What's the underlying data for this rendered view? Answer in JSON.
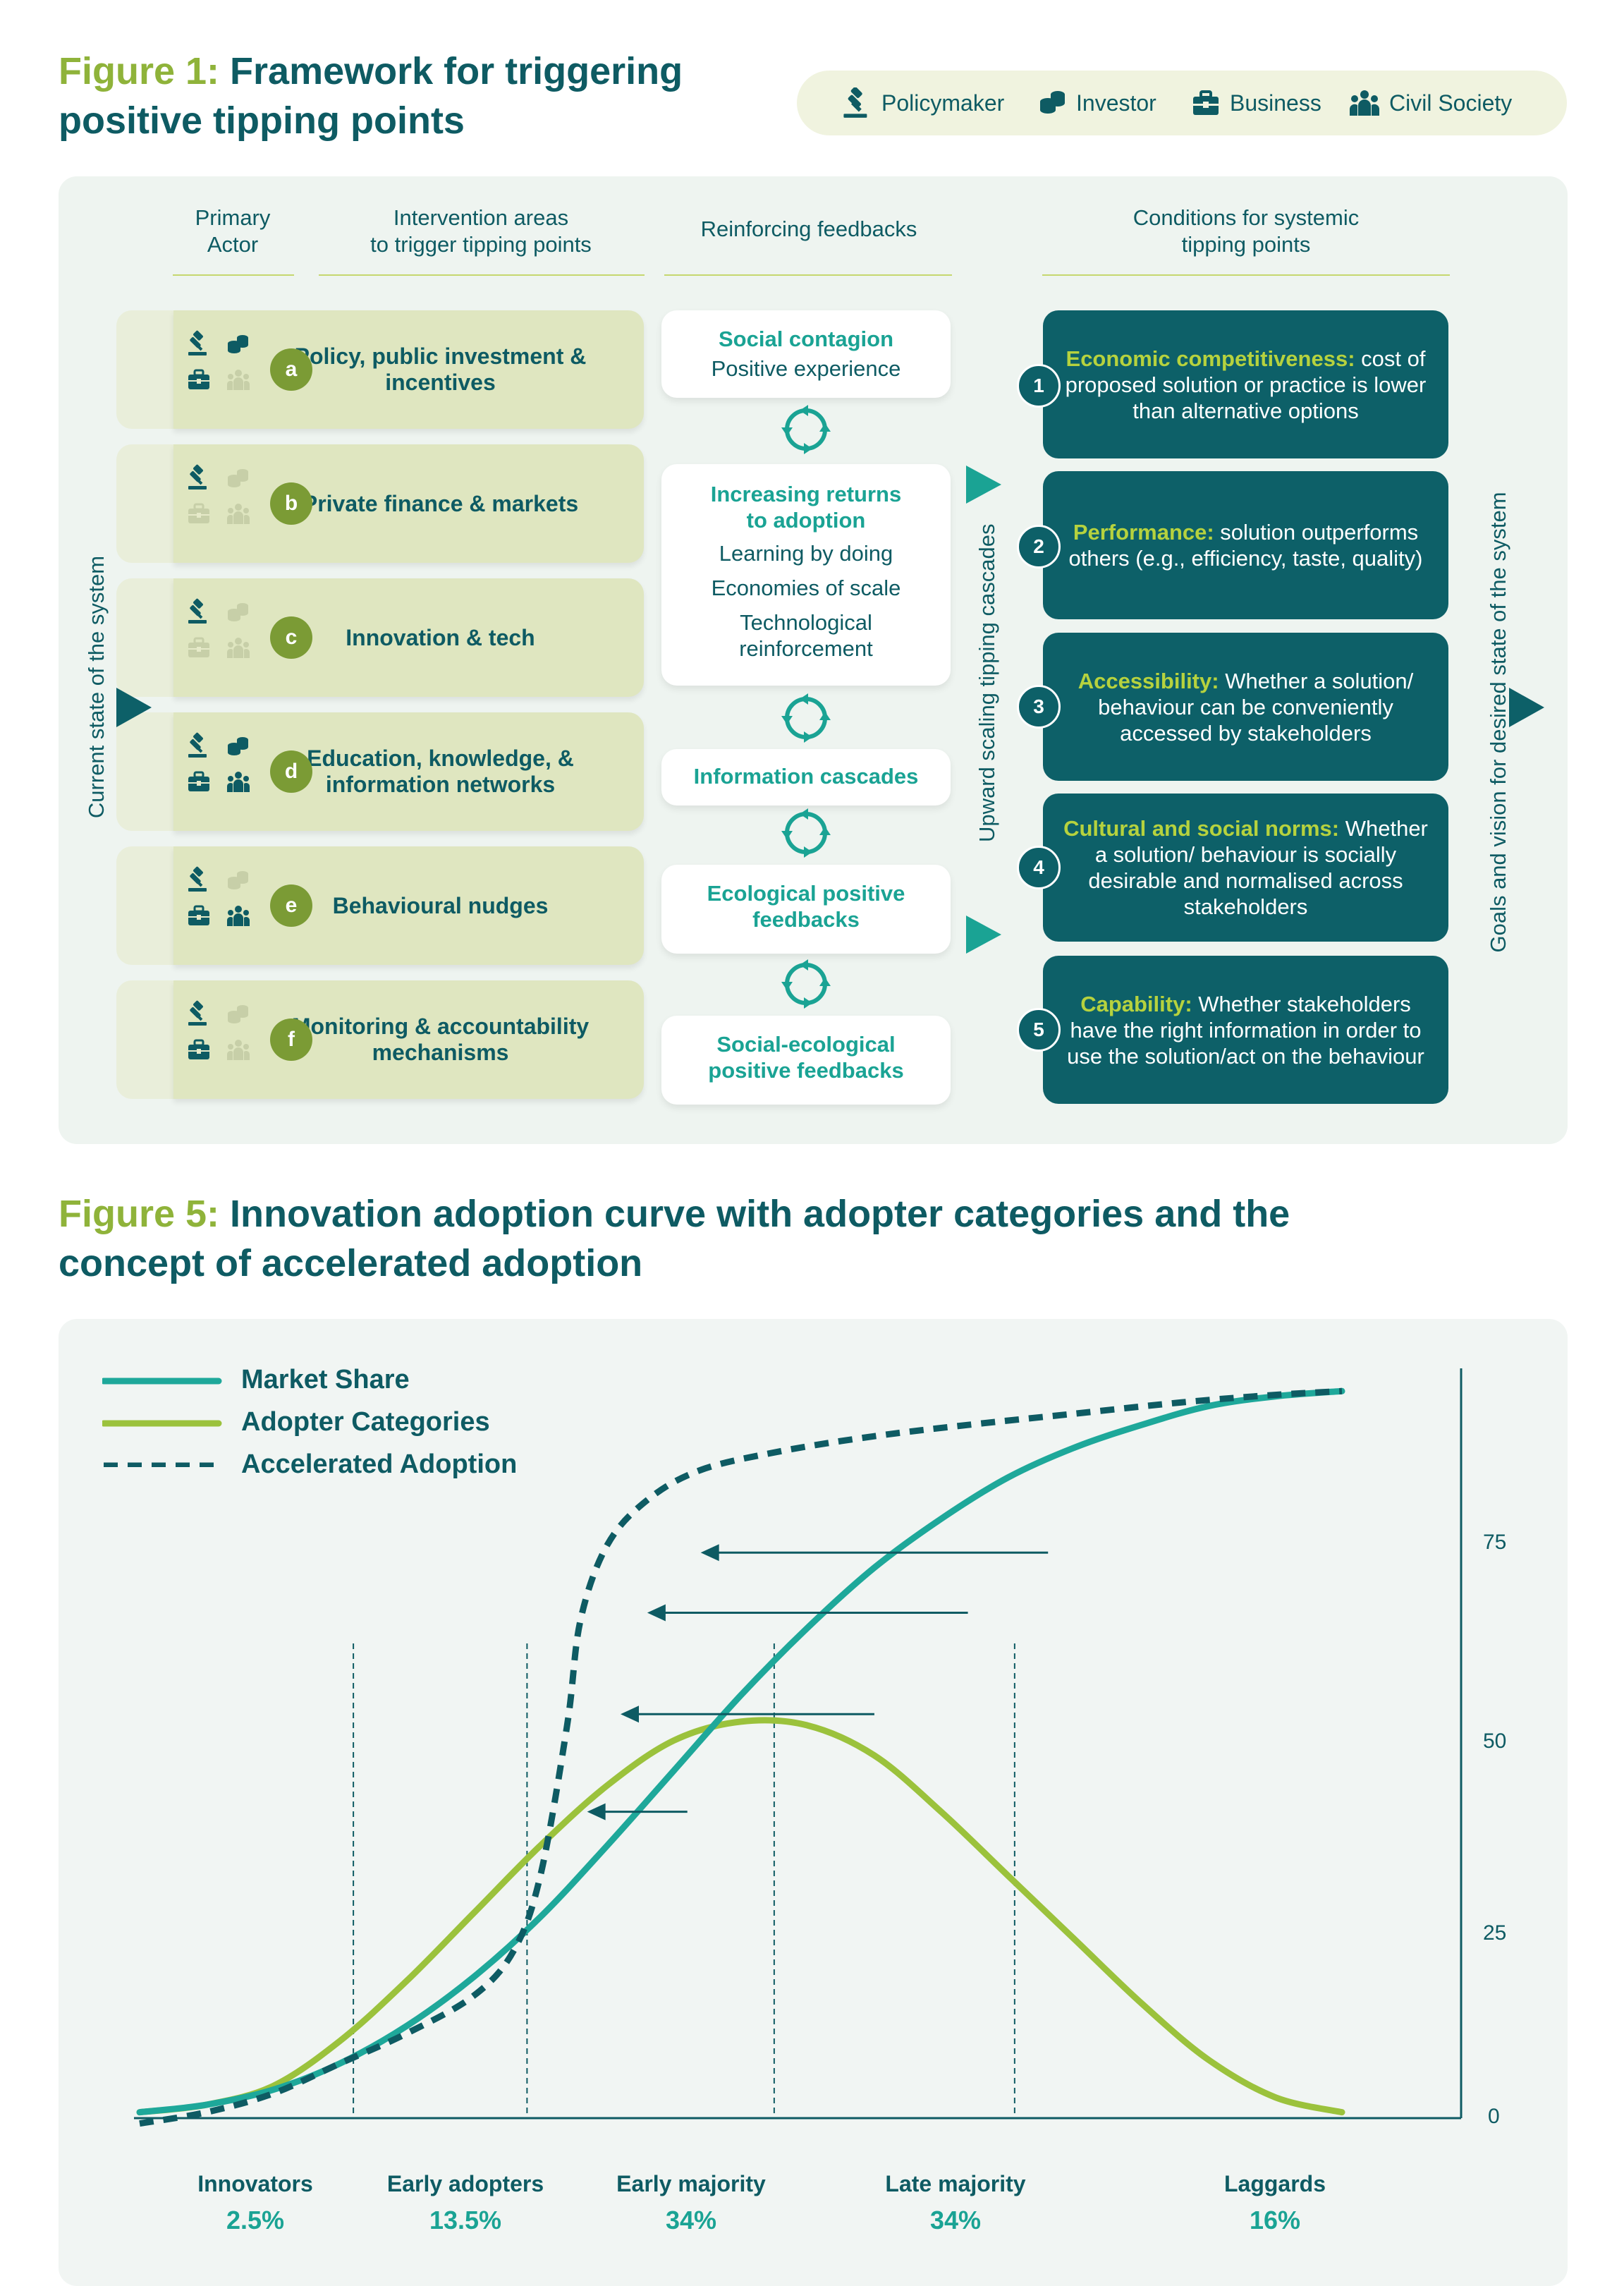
{
  "figure1": {
    "title_prefix": "Figure 1:",
    "title_line1": "Framework for triggering",
    "title_line2": "positive tipping points",
    "actors": [
      {
        "label": "Policymaker",
        "icon": "gavel-icon"
      },
      {
        "label": "Investor",
        "icon": "coins-icon"
      },
      {
        "label": "Business",
        "icon": "briefcase-icon"
      },
      {
        "label": "Civil Society",
        "icon": "people-icon"
      }
    ],
    "headers": {
      "primary_actor_1": "Primary",
      "primary_actor_2": "Actor",
      "intervention_1": "Intervention areas",
      "intervention_2": "to trigger tipping points",
      "feedbacks": "Reinforcing feedbacks",
      "conditions_1": "Conditions for systemic",
      "conditions_2": "tipping points"
    },
    "interventions": [
      {
        "letter": "a",
        "label": "Policy, public investment & incentives",
        "active": [
          true,
          true,
          true,
          false
        ]
      },
      {
        "letter": "b",
        "label": "Private finance & markets",
        "active": [
          true,
          false,
          false,
          false
        ]
      },
      {
        "letter": "c",
        "label": "Innovation & tech",
        "active": [
          true,
          false,
          false,
          false
        ]
      },
      {
        "letter": "d",
        "label": "Education, knowledge, & information networks",
        "active": [
          true,
          true,
          true,
          true
        ]
      },
      {
        "letter": "e",
        "label": "Behavioural nudges",
        "active": [
          true,
          false,
          true,
          true
        ]
      },
      {
        "letter": "f",
        "label": "Monitoring & accountability mechanisms",
        "active": [
          true,
          false,
          true,
          false
        ]
      }
    ],
    "feedbacks": {
      "social_contagion_title": "Social contagion",
      "social_contagion_sub": "Positive experience",
      "increasing_returns_title_1": "Increasing returns",
      "increasing_returns_title_2": "to adoption",
      "learning": "Learning by doing",
      "economies": "Economies of scale",
      "tech_1": "Technological",
      "tech_2": "reinforcement",
      "information_cascades": "Information cascades",
      "ecological_1": "Ecological positive",
      "ecological_2": "feedbacks",
      "social_ecological_1": "Social-ecological",
      "social_ecological_2": "positive feedbacks"
    },
    "conditions": [
      {
        "num": "1",
        "highlight": "Economic competitiveness:",
        "text": " cost of proposed solution or practice is lower than alternative options"
      },
      {
        "num": "2",
        "highlight": "Performance:",
        "text": " solution outperforms others (e.g., efficiency, taste, quality)"
      },
      {
        "num": "3",
        "highlight": "Accessibility:",
        "text": " Whether a solution/ behaviour can be conveniently accessed by stakeholders"
      },
      {
        "num": "4",
        "highlight": "Cultural and social norms:",
        "text": " Whether a solution/ behaviour is socially desirable and normalised across stakeholders"
      },
      {
        "num": "5",
        "highlight": "Capability:",
        "text": " Whether stakeholders have the right information in order to use the solution/act on the behaviour"
      }
    ],
    "side_labels": {
      "current_state": "Current state of the system",
      "upward": "Upward scaling tipping cascades",
      "goals": "Goals and vision for desired state of the system"
    },
    "colors": {
      "dark_teal": "#0d6068",
      "teal": "#1aa394",
      "olive": "#8fb33a",
      "lime": "#b6d23e"
    }
  },
  "figure5": {
    "title_prefix": "Figure 5:",
    "title_line1": "Innovation adoption curve with adopter categories and the",
    "title_line2": "concept of accelerated adoption",
    "legend": [
      "Market Share",
      "Adopter Categories",
      "Accelerated Adoption"
    ],
    "y_ticks": [
      "75",
      "50",
      "25",
      "0"
    ],
    "categories": [
      {
        "name": "Innovators",
        "pct": "2.5%"
      },
      {
        "name": "Early adopters",
        "pct": "13.5%"
      },
      {
        "name": "Early majority",
        "pct": "34%"
      },
      {
        "name": "Late majority",
        "pct": "34%"
      },
      {
        "name": "Laggards",
        "pct": "16%"
      }
    ]
  },
  "chart_data": {
    "type": "line",
    "title": "",
    "xlabel": "",
    "ylabel": "",
    "ylim": [
      0,
      100
    ],
    "yticks": [
      0,
      25,
      50,
      75
    ],
    "legend_placement": "top-left",
    "grid": false,
    "colors": {
      "market_share": "#1ea89a",
      "adopter_categories": "#9bc23c",
      "accelerated_adoption": "#0e5b63"
    },
    "series": [
      {
        "name": "Market Share",
        "x": [
          0,
          5,
          10,
          15,
          20,
          25,
          30,
          35,
          40,
          45,
          50,
          55,
          60,
          65,
          70,
          75,
          80,
          85,
          90
        ],
        "values": [
          0.5,
          1.5,
          3.5,
          7,
          12,
          18.5,
          26.5,
          36,
          46,
          56,
          65,
          73,
          79.5,
          85,
          89,
          92,
          94.5,
          95.8,
          96.5
        ]
      },
      {
        "name": "Adopter Categories",
        "x": [
          0,
          5,
          10,
          15,
          20,
          25,
          30,
          35,
          40,
          45,
          50,
          55,
          60,
          65,
          70,
          75,
          80,
          85,
          90
        ],
        "values": [
          0.5,
          1.5,
          4,
          10,
          18,
          27,
          36,
          44,
          50,
          52.5,
          52,
          48,
          40.5,
          32,
          23.5,
          15,
          7.5,
          2.5,
          0.5
        ]
      },
      {
        "name": "Accelerated Adoption",
        "x": [
          0,
          5,
          10,
          15,
          20,
          25,
          28,
          30,
          32,
          33,
          35,
          38,
          42,
          48,
          55,
          62,
          70,
          78,
          85,
          90
        ],
        "values": [
          -1,
          0.5,
          3,
          7,
          11,
          16,
          22,
          32,
          52,
          66,
          76,
          82,
          86,
          88.5,
          90.5,
          92,
          93.5,
          95,
          96,
          96.5
        ]
      }
    ],
    "dividers_x": [
      16,
      29,
      47.5,
      65.5
    ],
    "categories": [
      "Innovators",
      "Early adopters",
      "Early majority",
      "Late majority",
      "Laggards"
    ],
    "category_shares": [
      "2.5%",
      "13.5%",
      "34%",
      "34%",
      "16%"
    ]
  }
}
